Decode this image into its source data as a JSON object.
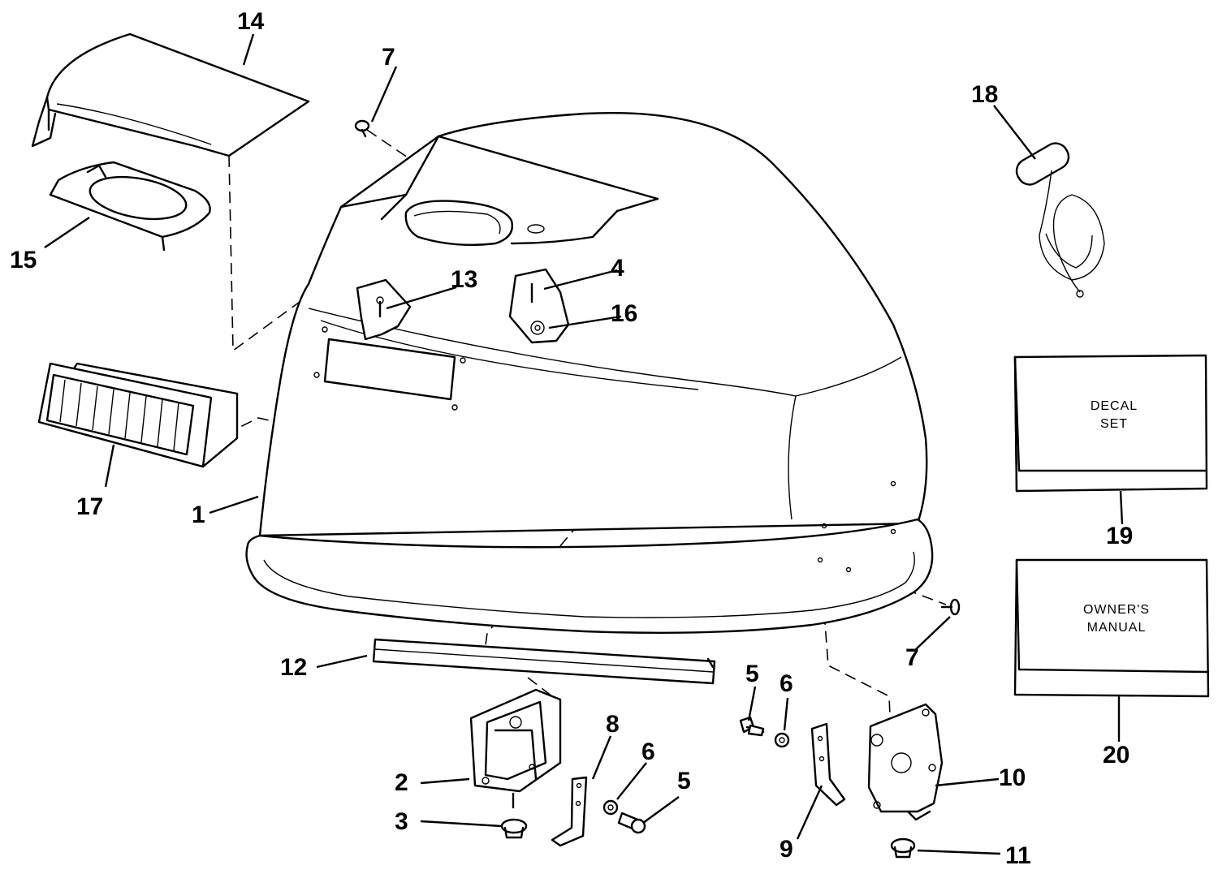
{
  "callouts": {
    "c1": "1",
    "c2": "2",
    "c3": "3",
    "c4": "4",
    "c5a": "5",
    "c5b": "5",
    "c6a": "6",
    "c6b": "6",
    "c7a": "7",
    "c7b": "7",
    "c8": "8",
    "c9": "9",
    "c10": "10",
    "c11": "11",
    "c12": "12",
    "c13": "13",
    "c14": "14",
    "c15": "15",
    "c16": "16",
    "c17": "17",
    "c18": "18",
    "c19": "19",
    "c20": "20"
  },
  "decal_box": {
    "line1": "DECAL",
    "line2": "SET"
  },
  "manual_box": {
    "line1": "OWNER'S",
    "line2": "MANUAL"
  }
}
